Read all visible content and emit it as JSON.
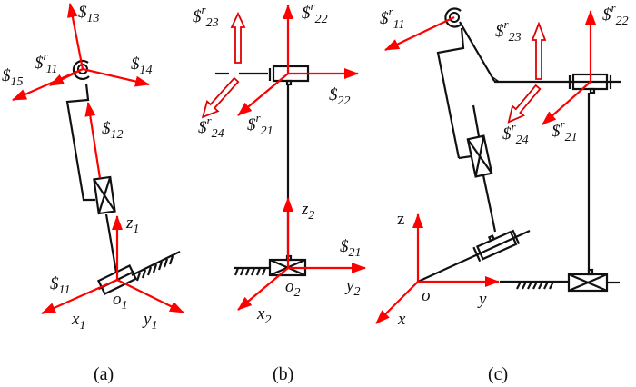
{
  "colors": {
    "screw": "#ff0000",
    "mechanism": "#111111"
  },
  "panels": {
    "a": {
      "caption": "(a)",
      "labels": {
        "s13": {
          "main": "$",
          "sub": "13"
        },
        "s14": {
          "main": "$",
          "sub": "14"
        },
        "s15": {
          "main": "$",
          "sub": "15"
        },
        "sr11": {
          "main": "$",
          "sup": "r",
          "sub": "11"
        },
        "s12": {
          "main": "$",
          "sub": "12"
        },
        "s11": {
          "main": "$",
          "sub": "11"
        },
        "z": {
          "main": "z",
          "sub": "1"
        },
        "o": {
          "main": "o",
          "sub": "1"
        },
        "x": {
          "main": "x",
          "sub": "1"
        },
        "y": {
          "main": "y",
          "sub": "1"
        }
      }
    },
    "b": {
      "caption": "(b)",
      "labels": {
        "sr23": {
          "main": "$",
          "sup": "r",
          "sub": "23"
        },
        "sr22": {
          "main": "$",
          "sup": "r",
          "sub": "22"
        },
        "s22": {
          "main": "$",
          "sub": "22"
        },
        "sr24": {
          "main": "$",
          "sup": "r",
          "sub": "24"
        },
        "sr21": {
          "main": "$",
          "sup": "r",
          "sub": "21"
        },
        "z": {
          "main": "z",
          "sub": "2"
        },
        "s21": {
          "main": "$",
          "sub": "21"
        },
        "o": {
          "main": "o",
          "sub": "2"
        },
        "y": {
          "main": "y",
          "sub": "2"
        },
        "x": {
          "main": "x",
          "sub": "2"
        }
      }
    },
    "c": {
      "caption": "(c)",
      "labels": {
        "sr11": {
          "main": "$",
          "sup": "r",
          "sub": "11"
        },
        "sr23": {
          "main": "$",
          "sup": "r",
          "sub": "23"
        },
        "sr22": {
          "main": "$",
          "sup": "r",
          "sub": "22"
        },
        "sr24": {
          "main": "$",
          "sup": "r",
          "sub": "24"
        },
        "sr21": {
          "main": "$",
          "sup": "r",
          "sub": "21"
        },
        "z": {
          "main": "z"
        },
        "o": {
          "main": "o"
        },
        "y": {
          "main": "y"
        },
        "x": {
          "main": "x"
        }
      }
    }
  }
}
